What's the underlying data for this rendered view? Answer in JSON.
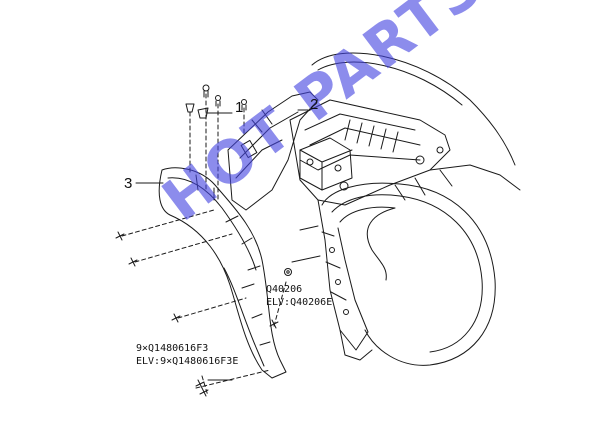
{
  "callouts": {
    "c1": "1",
    "c2": "2",
    "c3": "3"
  },
  "labels": {
    "nut_code": "Q40206",
    "nut_code_elv": "ELV:Q40206E",
    "bolt_code": "9×Q1480616F3",
    "bolt_code_elv": "ELV:9×Q1480616F3E"
  },
  "watermark": {
    "text": "HOT PARTS",
    "color": "#4646e1"
  },
  "colors": {
    "line": "#1a1a1a",
    "background": "#ffffff"
  }
}
